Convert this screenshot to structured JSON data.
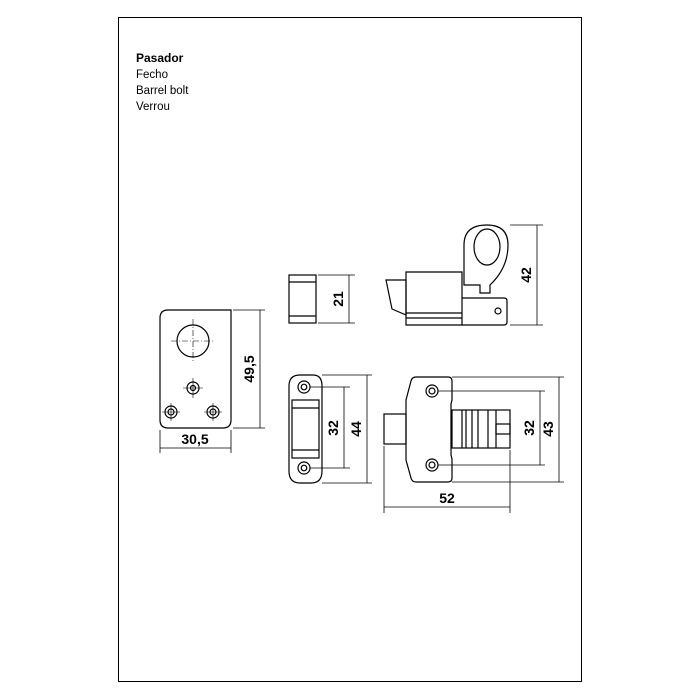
{
  "titles": {
    "main": "Pasador",
    "lines": [
      "Fecho",
      "Barrel bolt",
      "Verrou"
    ]
  },
  "dimensions": {
    "bracket_width": "30,5",
    "bracket_height": "49,5",
    "keeper_height": "21",
    "keeper_holes": "32",
    "keeper_length": "44",
    "bolt_side_height": "42",
    "bolt_holes": "32",
    "bolt_body": "43",
    "bolt_length": "52"
  }
}
